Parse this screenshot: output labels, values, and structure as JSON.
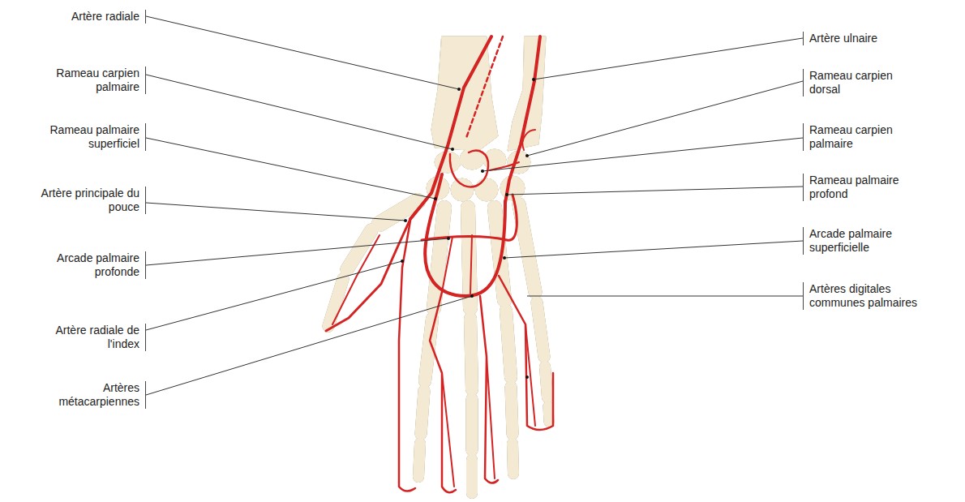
{
  "diagram": {
    "labels": [
      "Artère radiale",
      "Rameau carpien palmaire",
      "Rameau palmaire superficiel",
      "Artère principale du pouce",
      "Arcade palmaire profonde",
      "Artère radiale de l'index",
      "Artères métacarpiennes",
      "Artère ulnaire",
      "Rameau carpien dorsal",
      "Rameau carpien palmaire",
      "Rameau palmaire profond",
      "Arcade palmaire superficielle",
      "Artères digitales communes palmaires"
    ]
  }
}
